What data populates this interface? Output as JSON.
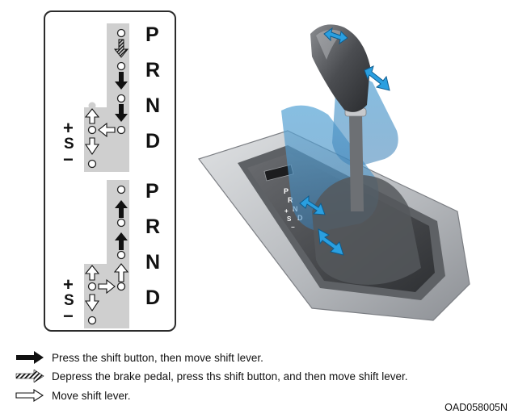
{
  "gate_top": {
    "letters": [
      "P",
      "R",
      "N",
      "D"
    ],
    "plus": "+",
    "s": "S",
    "minus": "−"
  },
  "gate_bottom": {
    "letters": [
      "P",
      "R",
      "N",
      "D"
    ],
    "plus": "+",
    "s": "S",
    "minus": "−"
  },
  "lever_indicator": {
    "letters": [
      "P",
      "R",
      "N",
      "D",
      "+",
      "S",
      "−"
    ]
  },
  "legend": {
    "items": [
      {
        "icon": "solid-arrow-icon",
        "text": "Press the shift button, then move shift lever."
      },
      {
        "icon": "hatched-arrow-icon",
        "text": "Depress the brake pedal, press ths shift button, and then move shift lever."
      },
      {
        "icon": "outline-arrow-icon",
        "text": "Move shift lever."
      }
    ]
  },
  "figure_code": "OAD058005N",
  "colors": {
    "gate_gray": "#c9c9c9",
    "accent_blue": "#2a9fe0",
    "console_gray": "#b9bcc0"
  }
}
